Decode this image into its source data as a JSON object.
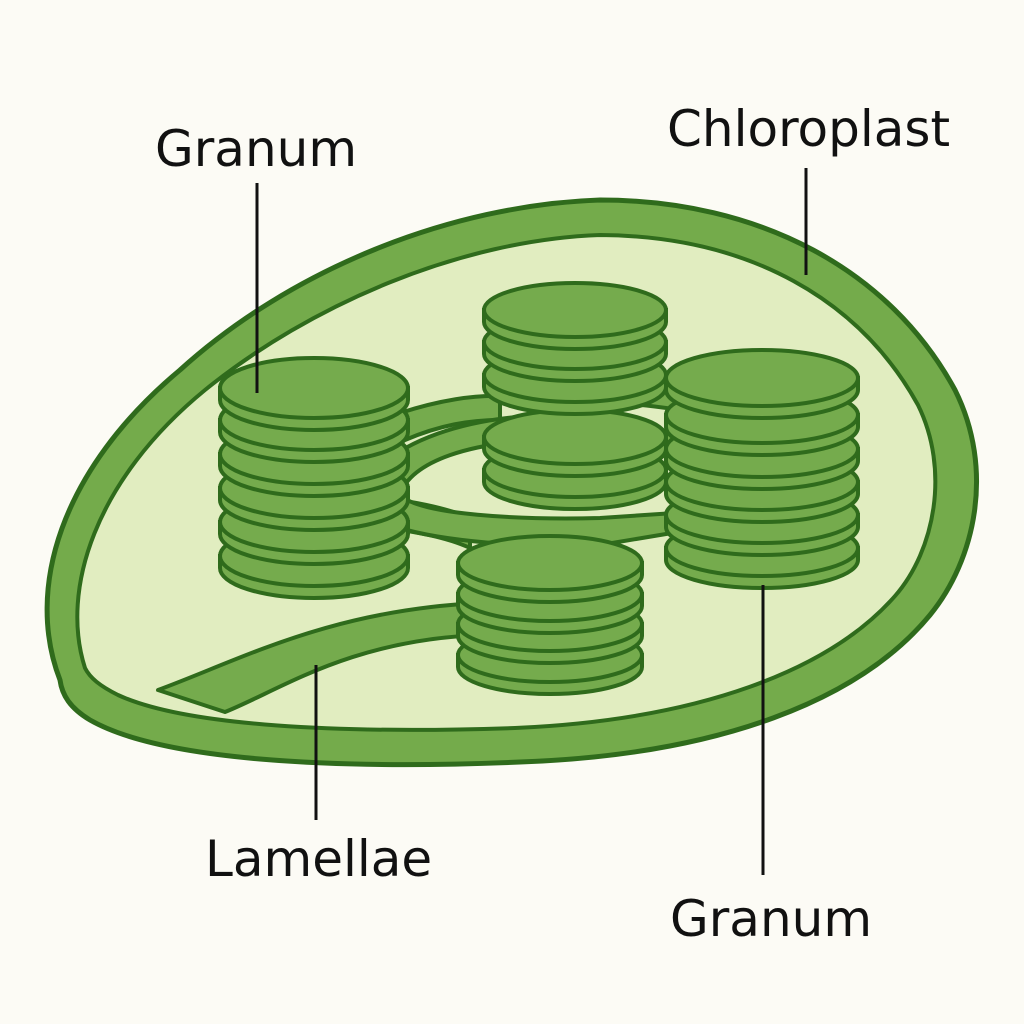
{
  "labels": {
    "granum_top": "Granum",
    "chloroplast": "Chloroplast",
    "lamellae": "Lamellae",
    "granum_bottom": "Granum"
  },
  "colors": {
    "background": "#fcfbf5",
    "membrane": "#74ab4b",
    "stroma": "#e1edc0",
    "disc": "#75ab4d",
    "outline": "#2f6b1c",
    "text": "#111111"
  }
}
